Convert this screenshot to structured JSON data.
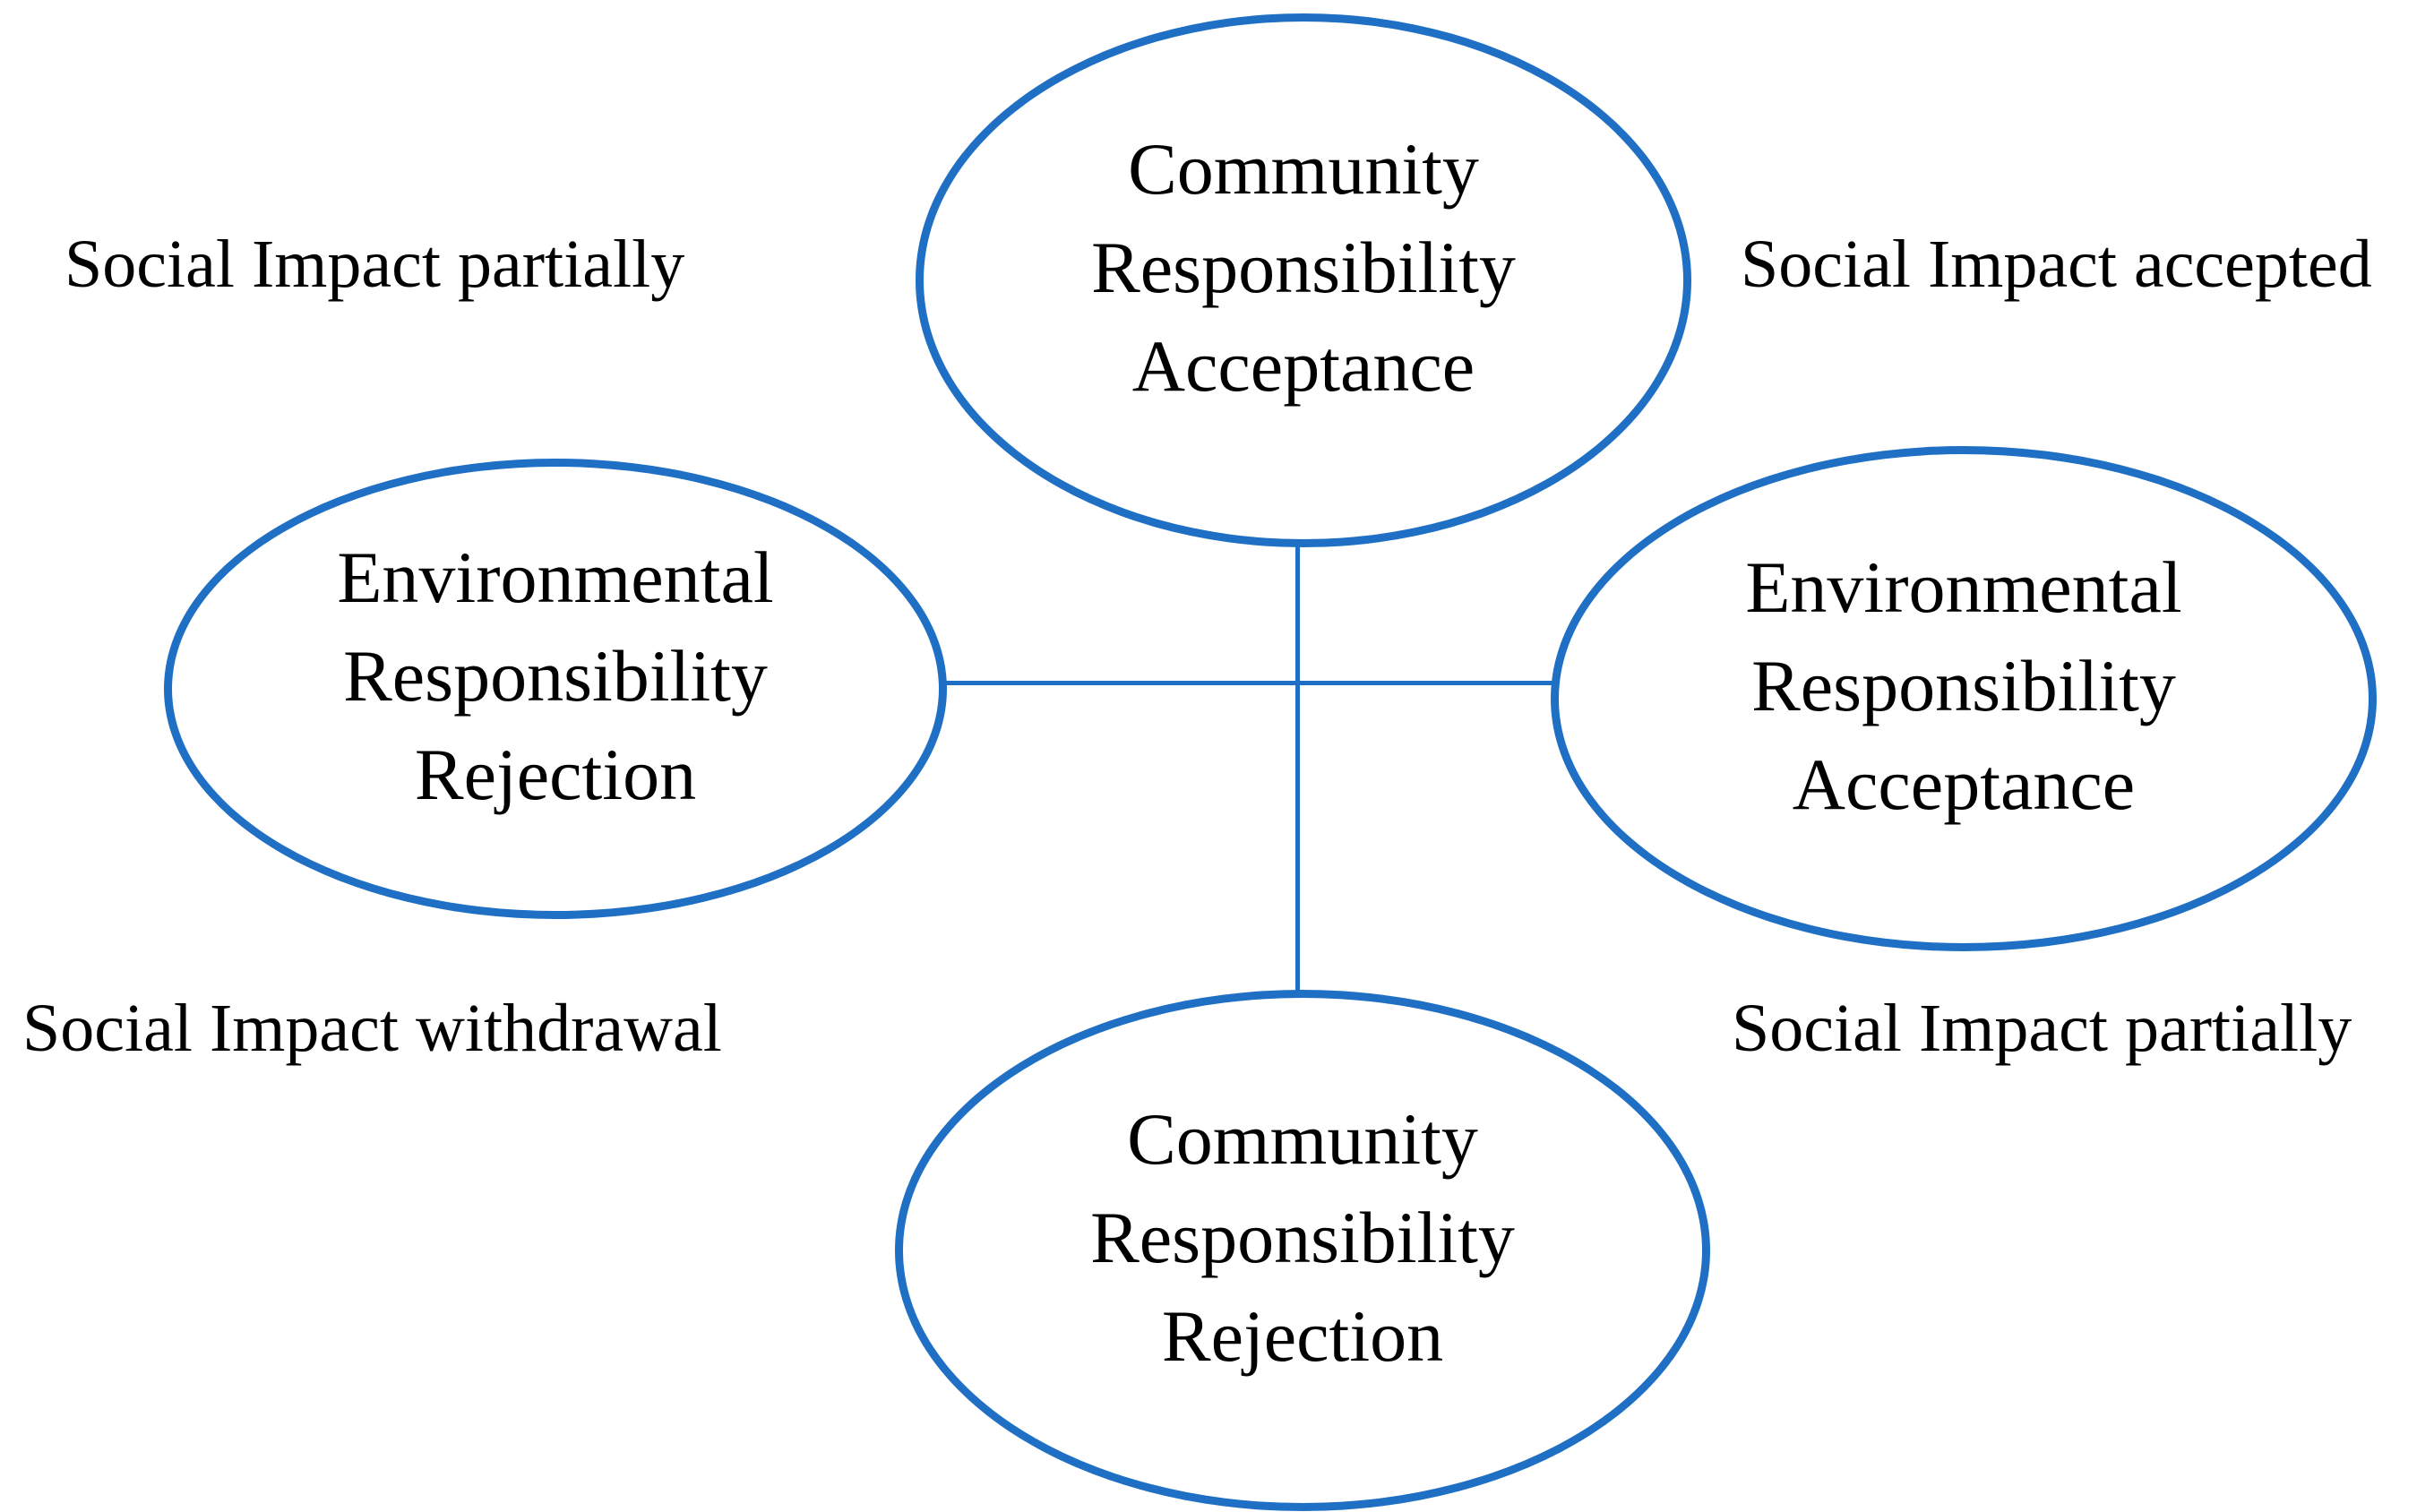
{
  "colors": {
    "stroke": "#1F70C4",
    "text": "#000000",
    "background": "#FFFFFF"
  },
  "nodes": {
    "top": {
      "lines": [
        "Community",
        "Responsibility",
        "Acceptance"
      ]
    },
    "left": {
      "lines": [
        "Environmental",
        "Responsibility",
        "Rejection"
      ]
    },
    "right": {
      "lines": [
        "Environmental",
        "Responsibility",
        "Acceptance"
      ]
    },
    "bottom": {
      "lines": [
        "Community",
        "Responsibility",
        "Rejection"
      ]
    }
  },
  "corner_labels": {
    "top_left": "Social Impact partially",
    "top_right": "Social Impact accepted",
    "bottom_left": "Social Impact withdrawal",
    "bottom_right": "Social Impact partially"
  }
}
